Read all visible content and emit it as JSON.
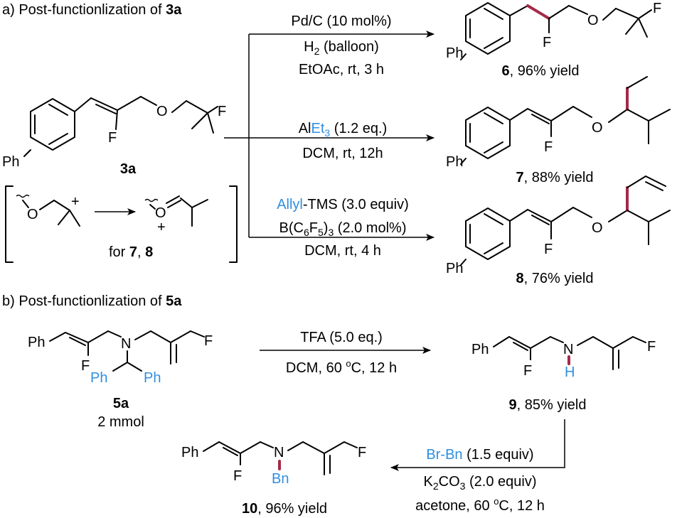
{
  "section_a": {
    "prefix": "a) Post-functionlization of ",
    "compound": "3a"
  },
  "section_b": {
    "prefix": "b) Post-functionlization of ",
    "compound": "5a"
  },
  "start_3a": {
    "label": "3a",
    "Ph": "Ph",
    "F": "F",
    "O": "O",
    "F2": "F"
  },
  "mechanism": {
    "O1": "O",
    "plus1": "+",
    "O2": "O",
    "plus2": "+",
    "for_text": "for ",
    "num1": "7",
    "comma": ", ",
    "num2": "8"
  },
  "rxn6": {
    "cond1": "Pd/C (10 mol%)",
    "cond2_main": "H",
    "cond2_sub": "2",
    "cond2_rest": " (balloon)",
    "cond3": "EtOAc, rt, 3 h",
    "product": {
      "num": "6",
      "yield": ", 96% yield",
      "Ph": "Ph",
      "F": "F",
      "O": "O",
      "F2": "F"
    }
  },
  "rxn7": {
    "cond1_al": "Al",
    "cond1_et": "Et",
    "cond1_sub": "3",
    "cond1_rest": " (1.2 eq.)",
    "cond2": "DCM, rt, 12h",
    "product": {
      "num": "7",
      "yield": ", 88% yield",
      "Ph": "Ph",
      "F": "F",
      "O": "O"
    }
  },
  "rxn8": {
    "cond1_allyl": "Allyl",
    "cond1_rest": "-TMS (3.0 equiv)",
    "cond2_a": "B(C",
    "cond2_s1": "6",
    "cond2_b": "F",
    "cond2_s2": "5",
    "cond2_c": ")",
    "cond2_s3": "3",
    "cond2_d": " (2.0 mol%)",
    "cond3": "DCM, rt, 4 h",
    "product": {
      "num": "8",
      "yield": ", 76% yield",
      "Ph": "Ph",
      "F": "F",
      "O": "O"
    }
  },
  "start_5a": {
    "label": "5a",
    "amount": "2 mmol",
    "Ph": "Ph",
    "F": "F",
    "N": "N",
    "F2": "F",
    "Ph2": "Ph",
    "Ph3": "Ph"
  },
  "rxn9": {
    "cond1": "TFA (5.0 eq.)",
    "cond2_a": "DCM, 60 ",
    "cond2_sup": "o",
    "cond2_b": "C, 12 h",
    "product": {
      "num": "9",
      "yield": ", 85% yield",
      "Ph": "Ph",
      "F": "F",
      "N": "N",
      "H": "H",
      "F2": "F"
    }
  },
  "rxn10": {
    "cond1_brbn": "Br-Bn",
    "cond1_rest": " (1.5 equiv)",
    "cond2_a": "K",
    "cond2_s1": "2",
    "cond2_b": "CO",
    "cond2_s2": "3",
    "cond2_c": " (2.0 equiv)",
    "cond3_a": "acetone, 60 ",
    "cond3_sup": "o",
    "cond3_b": "C, 12 h",
    "product": {
      "num": "10",
      "yield": ", 96% yield",
      "Ph": "Ph",
      "F": "F",
      "N": "N",
      "Bn": "Bn",
      "F2": "F"
    }
  },
  "colors": {
    "highlight_bond": "#a52a4a",
    "reagent_blue": "#2f8fe0"
  }
}
